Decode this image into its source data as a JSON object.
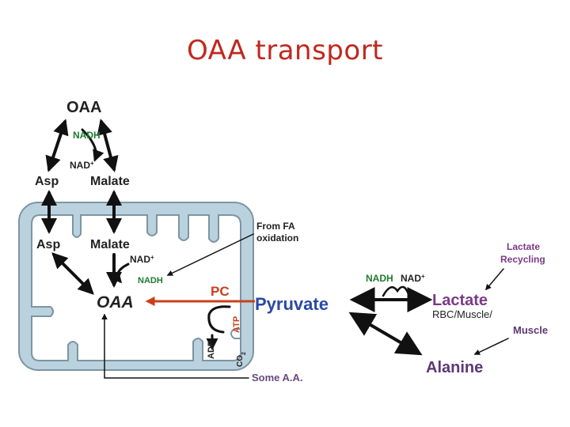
{
  "slide": {
    "title": "OAA transport",
    "title_color": "#c0281e"
  },
  "colors": {
    "mitochondrion_fill": "#b9d2de",
    "mitochondrion_stroke": "#7d95a2",
    "cofactor_green": "#1f7a2e",
    "pyruvate_blue": "#2a49a6",
    "pc_red": "#c8401a",
    "lactate_purple": "#7a3a86",
    "alanine_purple": "#5f3676",
    "some_aa_purple": "#6b4880"
  },
  "diagram": {
    "cytosol": {
      "oaa": "OAA",
      "asp": "Asp",
      "malate": "Malate",
      "nadh": "NADH",
      "nad": "NAD",
      "nad_sup": "+"
    },
    "matrix": {
      "asp": "Asp",
      "malate": "Malate",
      "oaa": "OAA",
      "nad": "NAD",
      "nad_sup": "+",
      "nadh": "NADH",
      "pc": "PC",
      "adp": "ADP",
      "atp": "ATP",
      "co2": "CO",
      "co2_sub": "2"
    },
    "pyruvate": "Pyruvate",
    "from_fa_line1": "From FA",
    "from_fa_line2": "oxidation",
    "some_aa": "Some A.A.",
    "ldh": {
      "nadh": "NADH",
      "nad": "NAD",
      "nad_sup": "+"
    },
    "lactate": "Lactate",
    "lactate_sources": "RBC/Muscle/",
    "lactate_recycling_line1": "Lactate",
    "lactate_recycling_line2": "Recycling",
    "muscle": "Muscle",
    "alanine": "Alanine"
  }
}
